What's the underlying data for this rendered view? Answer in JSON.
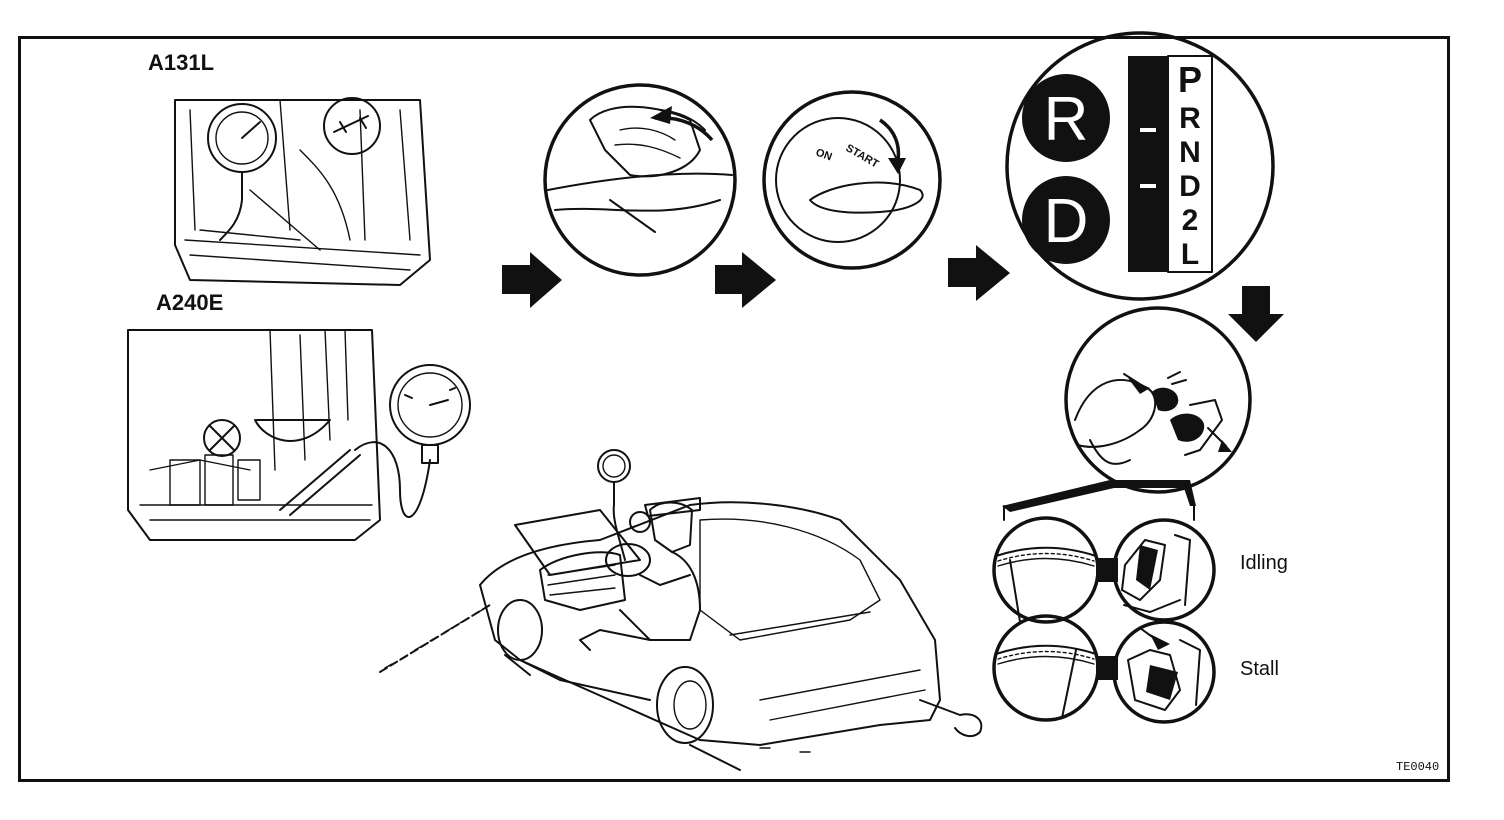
{
  "labels": {
    "a131l": "A131L",
    "a240e": "A240E",
    "idling": "Idling",
    "stall": "Stall",
    "figure_code": "TE0040"
  },
  "shift_indicator": {
    "selected_left": [
      "R",
      "D"
    ],
    "positions": [
      "P",
      "R",
      "N",
      "D",
      "2",
      "L"
    ]
  },
  "colors": {
    "ink": "#111111",
    "paper": "#ffffff"
  }
}
